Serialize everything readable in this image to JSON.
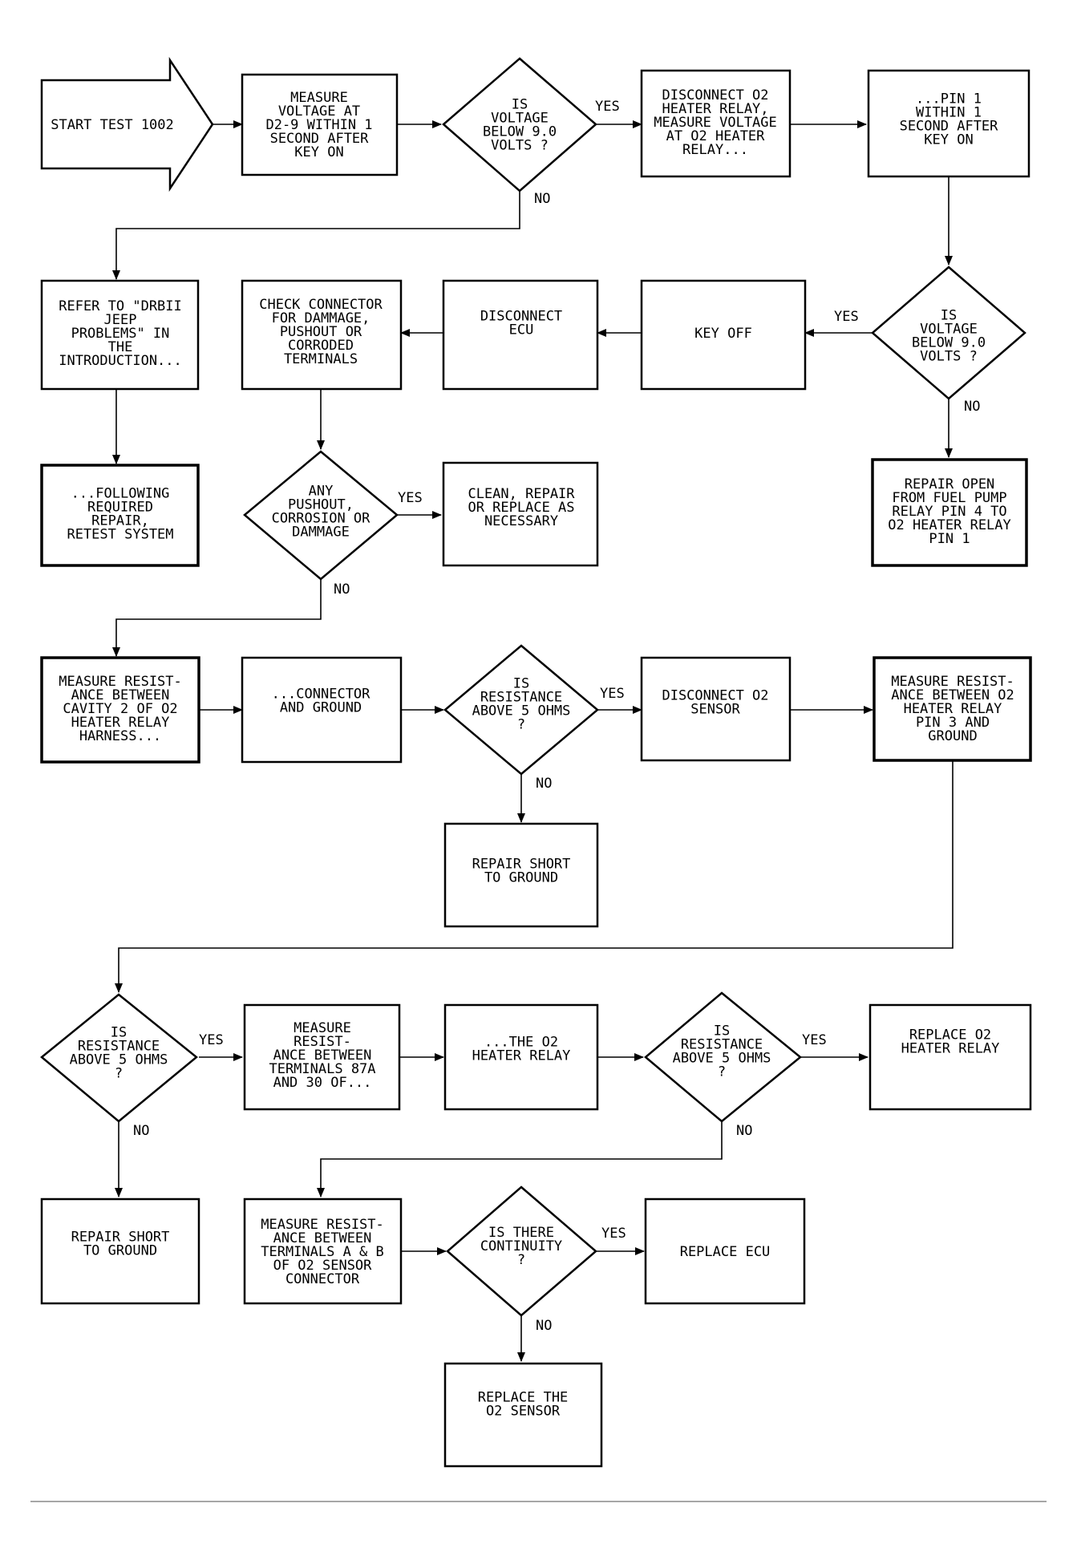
{
  "flowchart": {
    "nodes": {
      "start": [
        "START TEST 1002"
      ],
      "measure_d2_9": [
        "MEASURE",
        "VOLTAGE AT",
        "D2-9 WITHIN 1",
        "SECOND AFTER",
        "KEY ON"
      ],
      "dec_voltage_1": [
        "IS",
        "VOLTAGE",
        "BELOW 9.0",
        "VOLTS ?"
      ],
      "disconnect_relay": [
        "DISCONNECT O2",
        "HEATER RELAY,",
        "MEASURE VOLTAGE",
        "AT O2 HEATER",
        "RELAY..."
      ],
      "pin1_within": [
        "...PIN 1",
        "WITHIN 1",
        "SECOND AFTER",
        "KEY ON"
      ],
      "refer_drbii": [
        "REFER TO \"DRBII",
        "JEEP",
        "PROBLEMS\" IN",
        "THE",
        "INTRODUCTION..."
      ],
      "check_connector": [
        "CHECK CONNECTOR",
        "FOR DAMMAGE,",
        "PUSHOUT OR",
        "CORRODED",
        "TERMINALS"
      ],
      "disconnect_ecu": [
        "DISCONNECT",
        "ECU"
      ],
      "key_off": [
        "KEY OFF"
      ],
      "dec_voltage_2": [
        "IS",
        "VOLTAGE",
        "BELOW 9.0",
        "VOLTS ?"
      ],
      "following_repair": [
        "...FOLLOWING",
        "REQUIRED",
        "REPAIR,",
        "RETEST SYSTEM"
      ],
      "dec_pushout": [
        "ANY",
        "PUSHOUT,",
        "CORROSION OR",
        "DAMMAGE"
      ],
      "clean_repair": [
        "CLEAN, REPAIR",
        "OR REPLACE AS",
        "NECESSARY"
      ],
      "repair_open": [
        "REPAIR OPEN",
        "FROM FUEL PUMP",
        "RELAY PIN 4 TO",
        "O2 HEATER RELAY",
        "PIN 1"
      ],
      "measure_cavity": [
        "MEASURE RESIST-",
        "ANCE BETWEEN",
        "CAVITY 2 OF O2",
        "HEATER RELAY",
        "HARNESS..."
      ],
      "connector_ground": [
        "...CONNECTOR",
        "AND GROUND"
      ],
      "dec_resist_1": [
        "IS",
        "RESISTANCE",
        "ABOVE 5 OHMS",
        "?"
      ],
      "disconnect_sensor": [
        "DISCONNECT O2",
        "SENSOR"
      ],
      "measure_pin3": [
        "MEASURE RESIST-",
        "ANCE BETWEEN O2",
        "HEATER RELAY",
        "PIN 3 AND",
        "GROUND"
      ],
      "repair_short_1": [
        "REPAIR SHORT",
        "TO GROUND"
      ],
      "dec_resist_2": [
        "IS",
        "RESISTANCE",
        "ABOVE 5 OHMS",
        "?"
      ],
      "measure_87a": [
        "MEASURE",
        "RESIST-",
        "ANCE BETWEEN",
        "TERMINALS 87A",
        "AND 30 OF..."
      ],
      "the_o2_relay": [
        "...THE O2",
        "HEATER RELAY"
      ],
      "dec_resist_3": [
        "IS",
        "RESISTANCE",
        "ABOVE 5 OHMS",
        "?"
      ],
      "replace_relay": [
        "REPLACE O2",
        "HEATER RELAY"
      ],
      "repair_short_2": [
        "REPAIR SHORT",
        "TO GROUND"
      ],
      "measure_ab": [
        "MEASURE RESIST-",
        "ANCE BETWEEN",
        "TERMINALS A & B",
        "OF O2 SENSOR",
        "CONNECTOR"
      ],
      "dec_continuity": [
        "IS THERE",
        "CONTINUITY",
        "?"
      ],
      "replace_ecu": [
        "REPLACE ECU"
      ],
      "replace_sensor": [
        "REPLACE THE",
        "O2 SENSOR"
      ]
    },
    "labels": {
      "yes": "YES",
      "no": "NO"
    }
  }
}
